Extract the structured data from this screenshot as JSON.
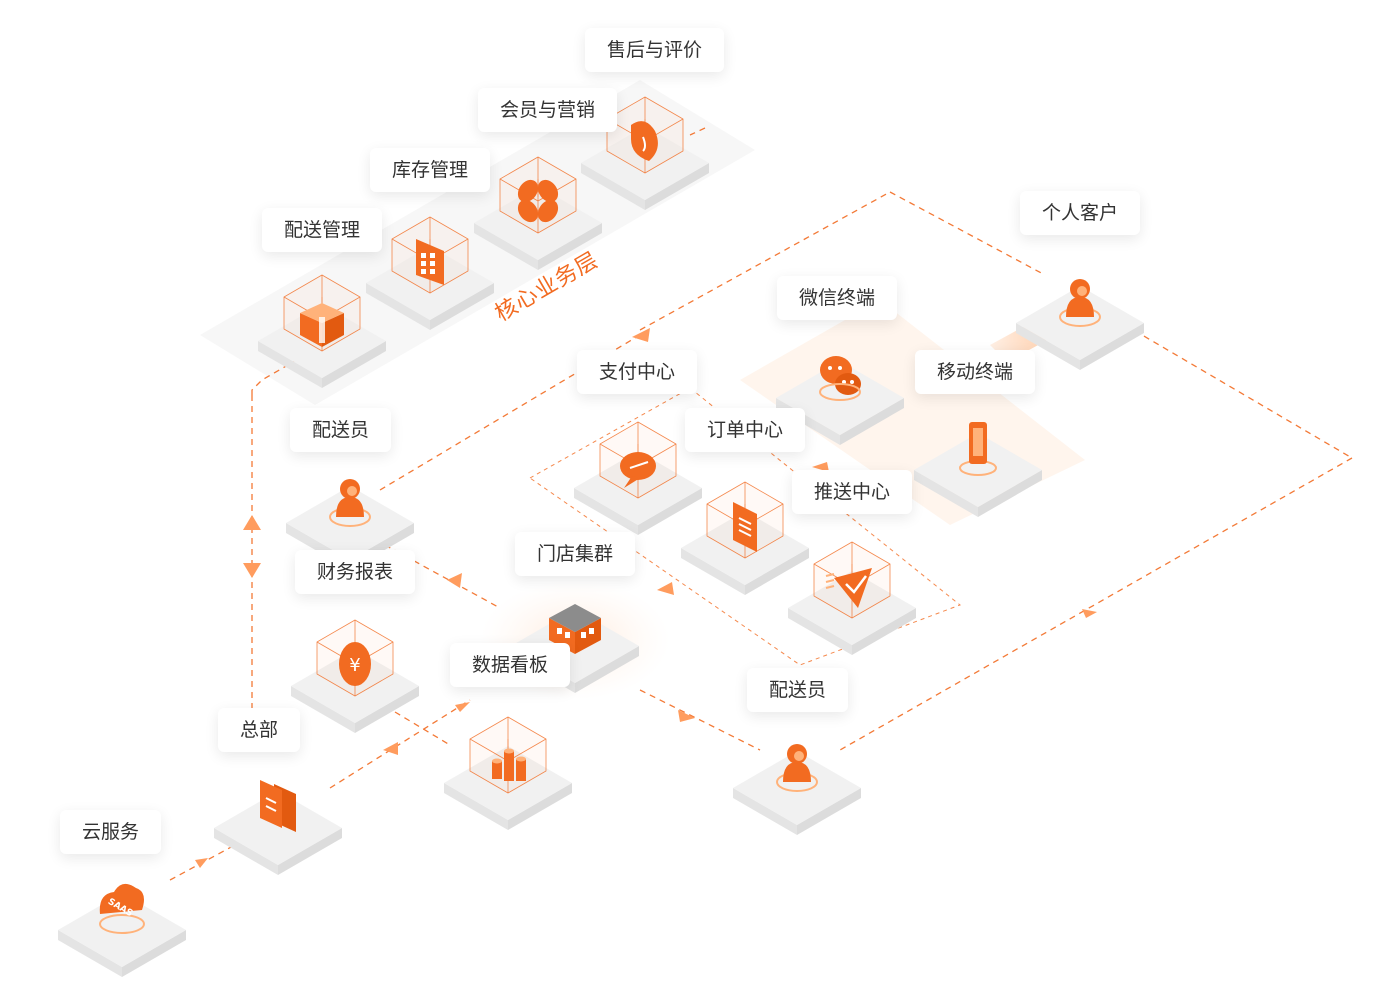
{
  "diagram": {
    "band_label": "核心业务层",
    "nodes": [
      {
        "id": "after-sale",
        "label": "售后与评价",
        "icon": "heart-tag-icon"
      },
      {
        "id": "member",
        "label": "会员与营销",
        "icon": "fan-icon"
      },
      {
        "id": "stock",
        "label": "库存管理",
        "icon": "building-icon"
      },
      {
        "id": "delivery-mgmt",
        "label": "配送管理",
        "icon": "gift-box-icon"
      },
      {
        "id": "courier-1",
        "label": "配送员",
        "icon": "person-icon"
      },
      {
        "id": "finance",
        "label": "财务报表",
        "icon": "yuan-coin-icon"
      },
      {
        "id": "hq",
        "label": "总部",
        "icon": "document-stack-icon"
      },
      {
        "id": "cloud",
        "label": "云服务",
        "icon": "saas-cloud-icon",
        "badge": "SAAS"
      },
      {
        "id": "payment",
        "label": "支付中心",
        "icon": "chat-bubble-icon"
      },
      {
        "id": "order",
        "label": "订单中心",
        "icon": "document-icon"
      },
      {
        "id": "push",
        "label": "推送中心",
        "icon": "send-icon"
      },
      {
        "id": "store",
        "label": "门店集群",
        "icon": "store-icon"
      },
      {
        "id": "dashboard",
        "label": "数据看板",
        "icon": "bar-chart-icon"
      },
      {
        "id": "courier-2",
        "label": "配送员",
        "icon": "person-icon"
      },
      {
        "id": "wechat",
        "label": "微信终端",
        "icon": "wechat-icon"
      },
      {
        "id": "mobile",
        "label": "移动终端",
        "icon": "mobile-phone-icon"
      },
      {
        "id": "customer",
        "label": "个人客户",
        "icon": "person-icon"
      }
    ]
  },
  "colors": {
    "accent": "#f26b21",
    "accent_light": "#ffb27a",
    "tile": "#f1f1f1",
    "tile_side": "#e4e4e4"
  }
}
